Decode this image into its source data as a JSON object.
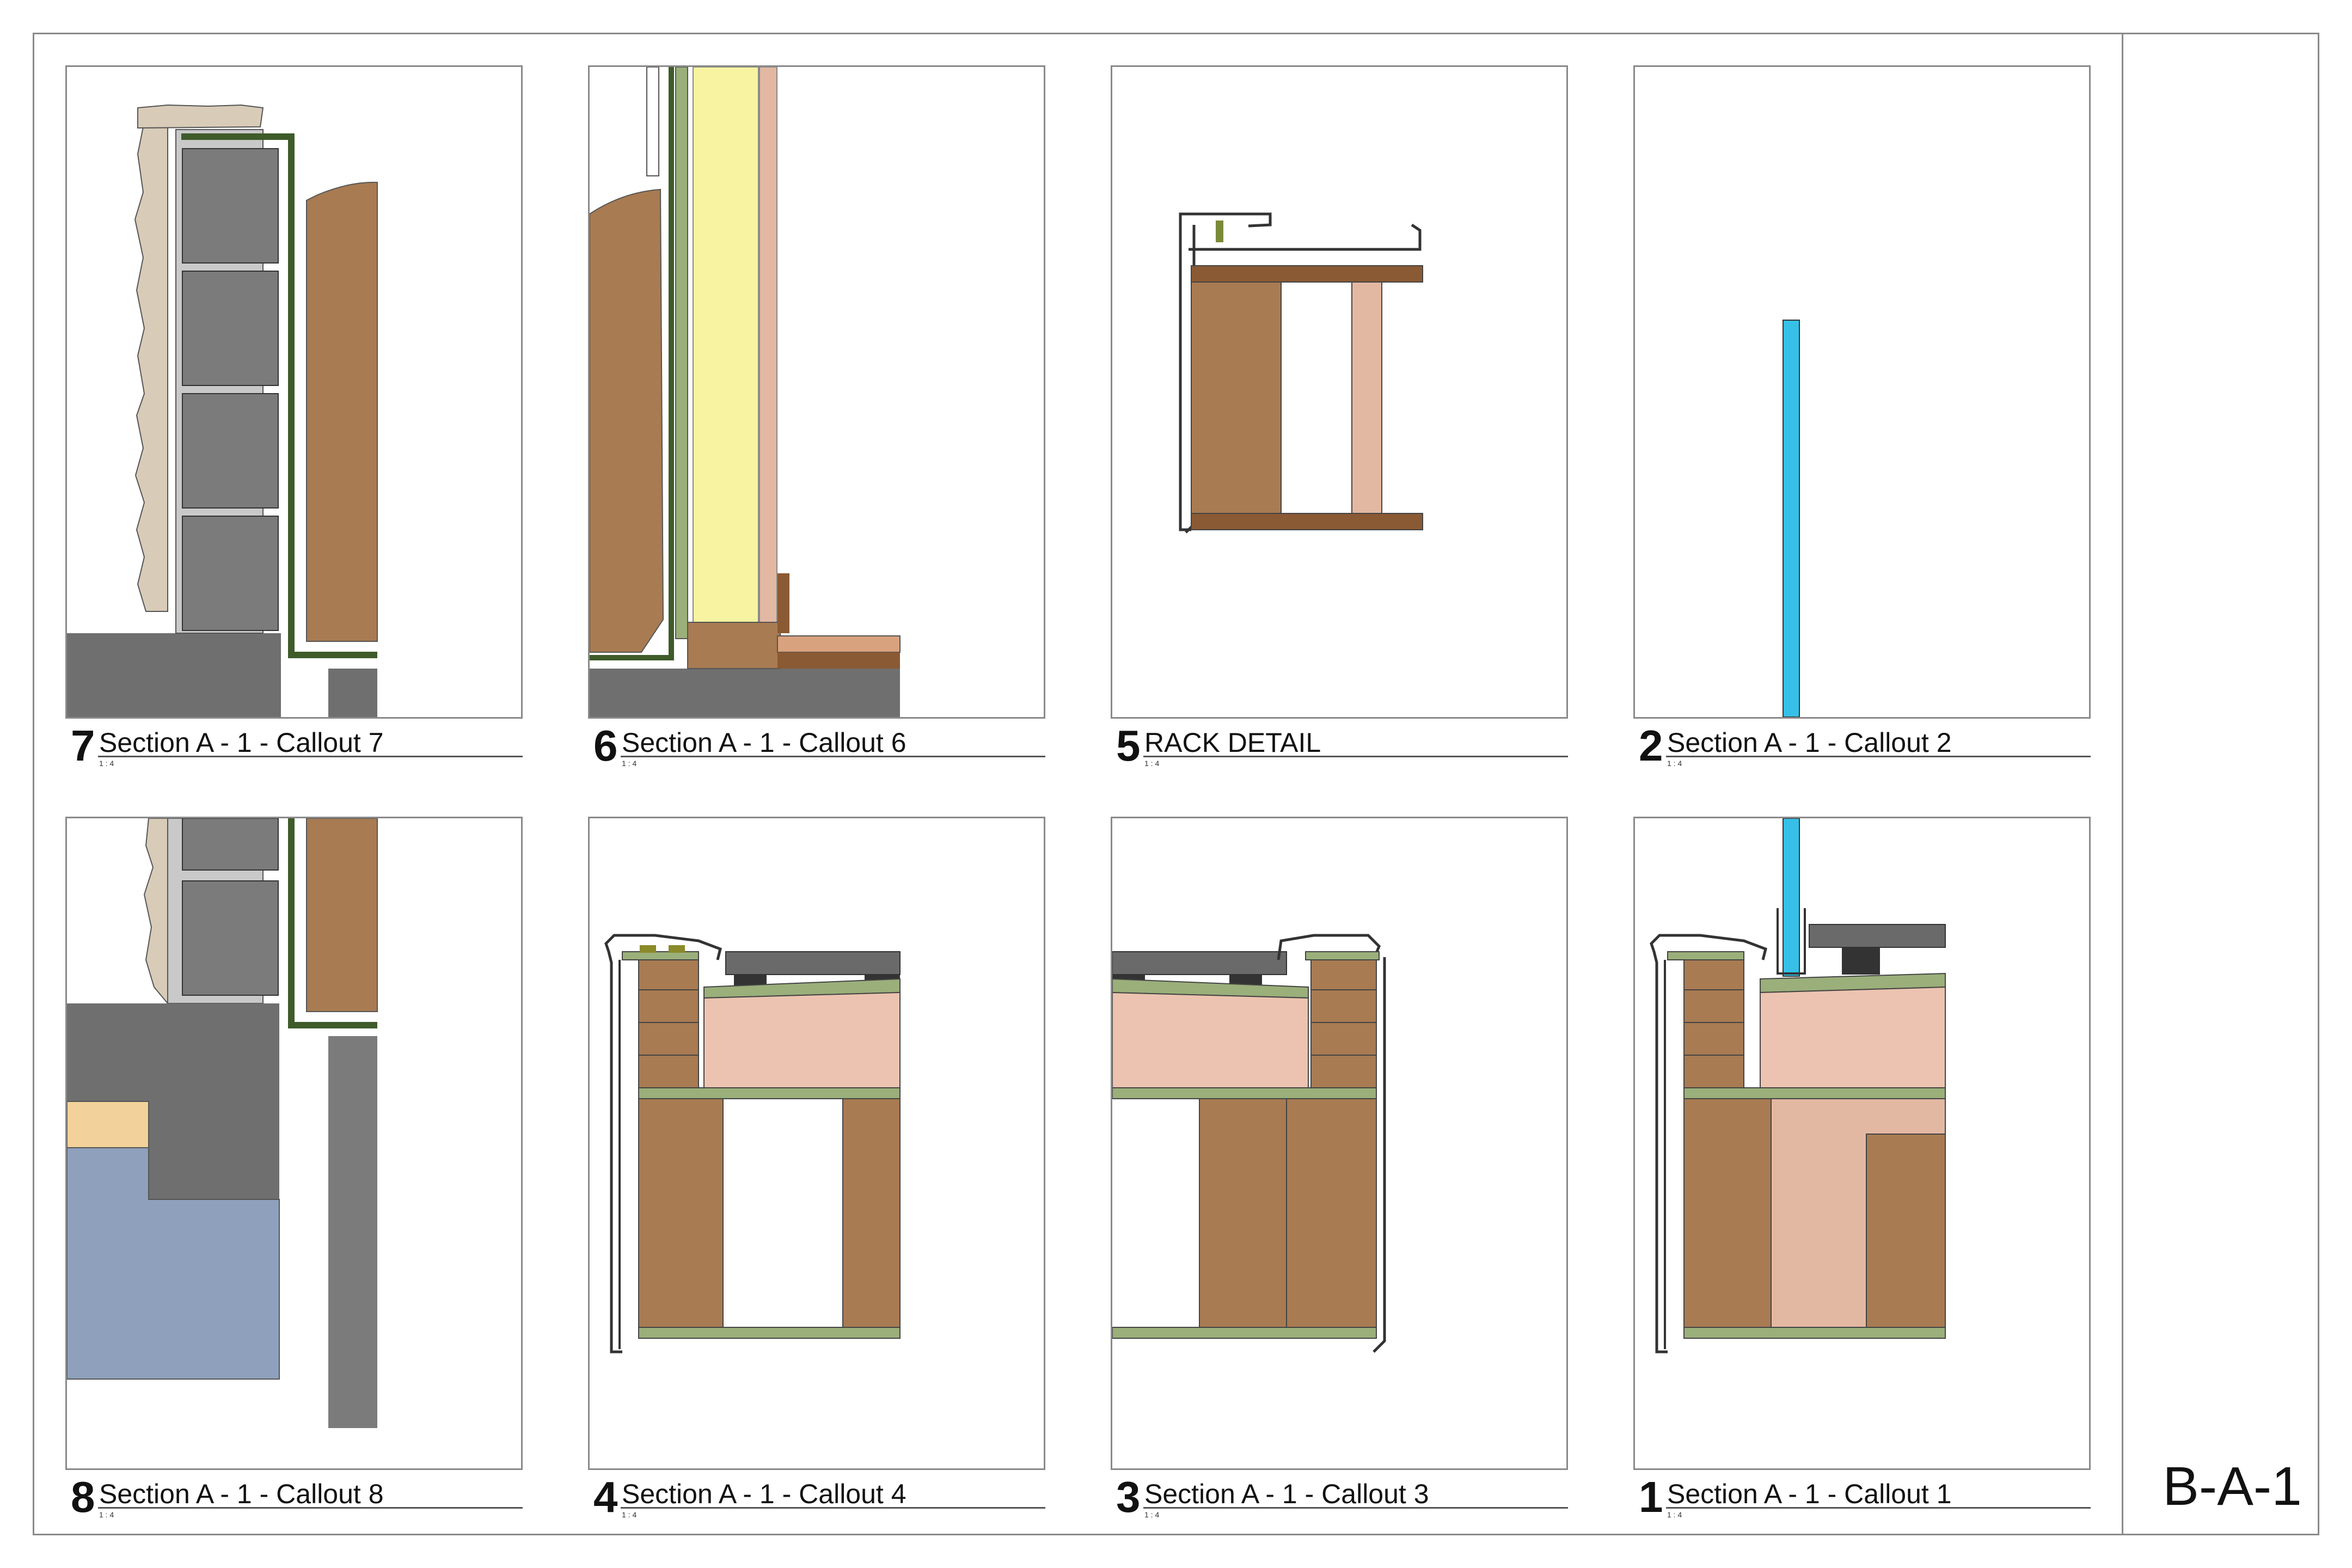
{
  "sheet": {
    "number": "B-A-1"
  },
  "views": [
    {
      "id": "7",
      "number": "7",
      "title": "Section A - 1 - Callout 7",
      "scale": "1 : 4"
    },
    {
      "id": "6",
      "number": "6",
      "title": "Section A - 1 - Callout 6",
      "scale": "1 : 4"
    },
    {
      "id": "5",
      "number": "5",
      "title": "RACK DETAIL",
      "scale": "1 : 4"
    },
    {
      "id": "2",
      "number": "2",
      "title": "Section A - 1 - Callout 2",
      "scale": "1 : 4"
    },
    {
      "id": "8",
      "number": "8",
      "title": "Section A - 1 - Callout 8",
      "scale": "1 : 4"
    },
    {
      "id": "4",
      "number": "4",
      "title": "Section A - 1 - Callout 4",
      "scale": "1 : 4"
    },
    {
      "id": "3",
      "number": "3",
      "title": "Section A - 1 - Callout 3",
      "scale": "1 : 4"
    },
    {
      "id": "1",
      "number": "1",
      "title": "Section A - 1 - Callout 1",
      "scale": "1 : 4"
    }
  ],
  "colors": {
    "stone": "#d8cbb8",
    "cmu_block": "#7b7b7b",
    "concrete": "#6f6f6f",
    "wood": "#a87b52",
    "dark_wood": "#8a5a34",
    "insulation": "#f7f3a0",
    "sheathing_pink": "#e3b8a3",
    "membrane_green": "#9aaf7a",
    "dark_green": "#3f5b2a",
    "glass_blue": "#36c0e8",
    "tile_blue": "#8ea0bb",
    "sand": "#f2d29a",
    "paver": "#6a6a6a"
  }
}
